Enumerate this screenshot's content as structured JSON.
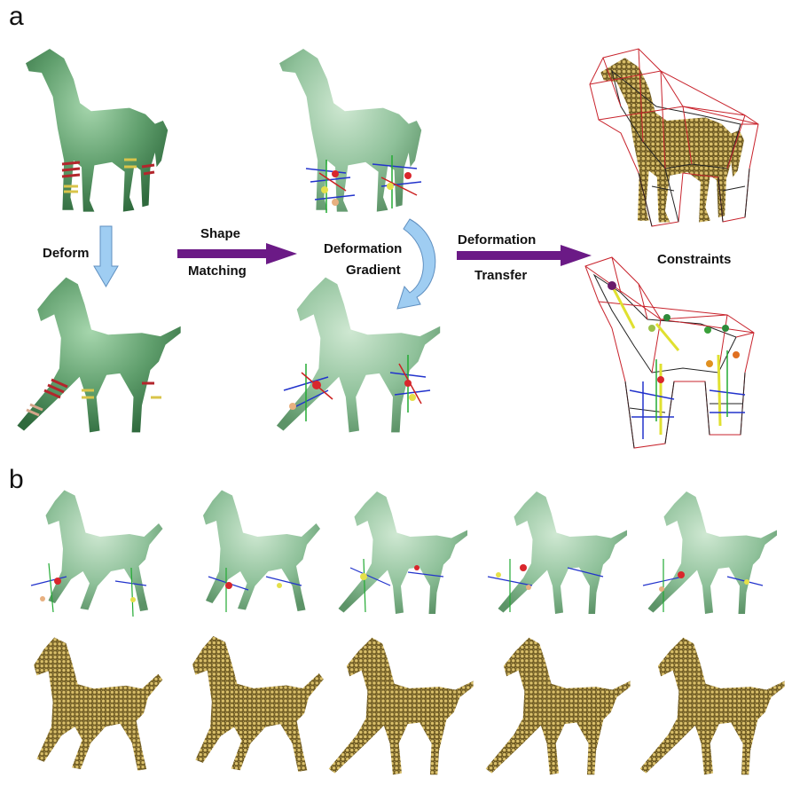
{
  "panels": {
    "a": "a",
    "b": "b"
  },
  "labels": {
    "deform": "Deform",
    "shape": "Shape",
    "matching": "Matching",
    "deformation_gradient_1": "Deformation",
    "deformation_gradient_2": "Gradient",
    "deformation_transfer_1": "Deformation",
    "deformation_transfer_2": "Transfer",
    "constraints": "Constraints"
  },
  "colors": {
    "green_horse": "#5f9e6c",
    "green_horse_translucent": "#8fc19a",
    "gold_mesh": "#b8963a",
    "cage_red": "#c8232c",
    "cage_black": "#222222",
    "blue_arrow": "#9fcdf2",
    "purple_arrow": "#6b1a86"
  },
  "icons": {
    "down_arrow": "down-arrow-icon",
    "right_arrow": "right-arrow-icon",
    "curved_arrow": "curved-arrow-icon"
  }
}
